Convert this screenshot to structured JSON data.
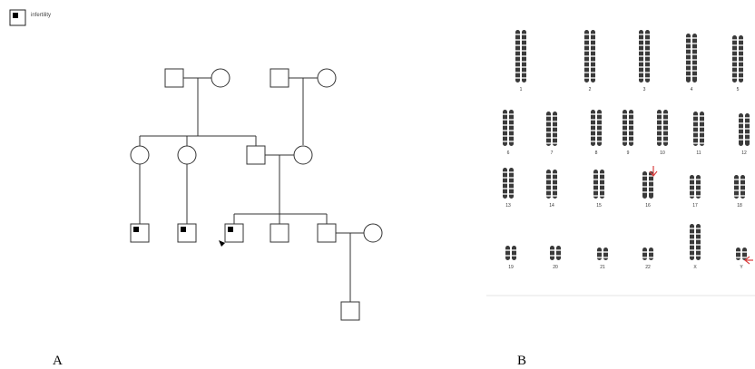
{
  "legend": {
    "label": "infertility"
  },
  "panels": {
    "a": "A",
    "b": "B"
  },
  "pedigree": {
    "generation_1": [
      "male",
      "female",
      "male",
      "female"
    ],
    "generation_2": [
      "female",
      "female",
      "male",
      "female"
    ],
    "generation_3": [
      {
        "sex": "male",
        "status": "affected"
      },
      {
        "sex": "male",
        "status": "affected"
      },
      {
        "sex": "male",
        "status": "affected",
        "proband": true
      },
      {
        "sex": "male",
        "status": "unaffected"
      },
      {
        "sex": "male",
        "status": "unaffected"
      },
      {
        "sex": "female",
        "status": "unaffected"
      }
    ],
    "generation_4": [
      "male"
    ]
  },
  "karyotype": {
    "chromosomes": [
      "1",
      "2",
      "3",
      "4",
      "5",
      "6",
      "7",
      "8",
      "9",
      "10",
      "11",
      "12",
      "13",
      "14",
      "15",
      "16",
      "17",
      "18",
      "19",
      "20",
      "21",
      "22",
      "X",
      "Y"
    ],
    "arrow_color": "#d94040"
  },
  "colors": {
    "line": "#333333",
    "affected": "#000000",
    "chromosome": "#3a3a3a"
  }
}
